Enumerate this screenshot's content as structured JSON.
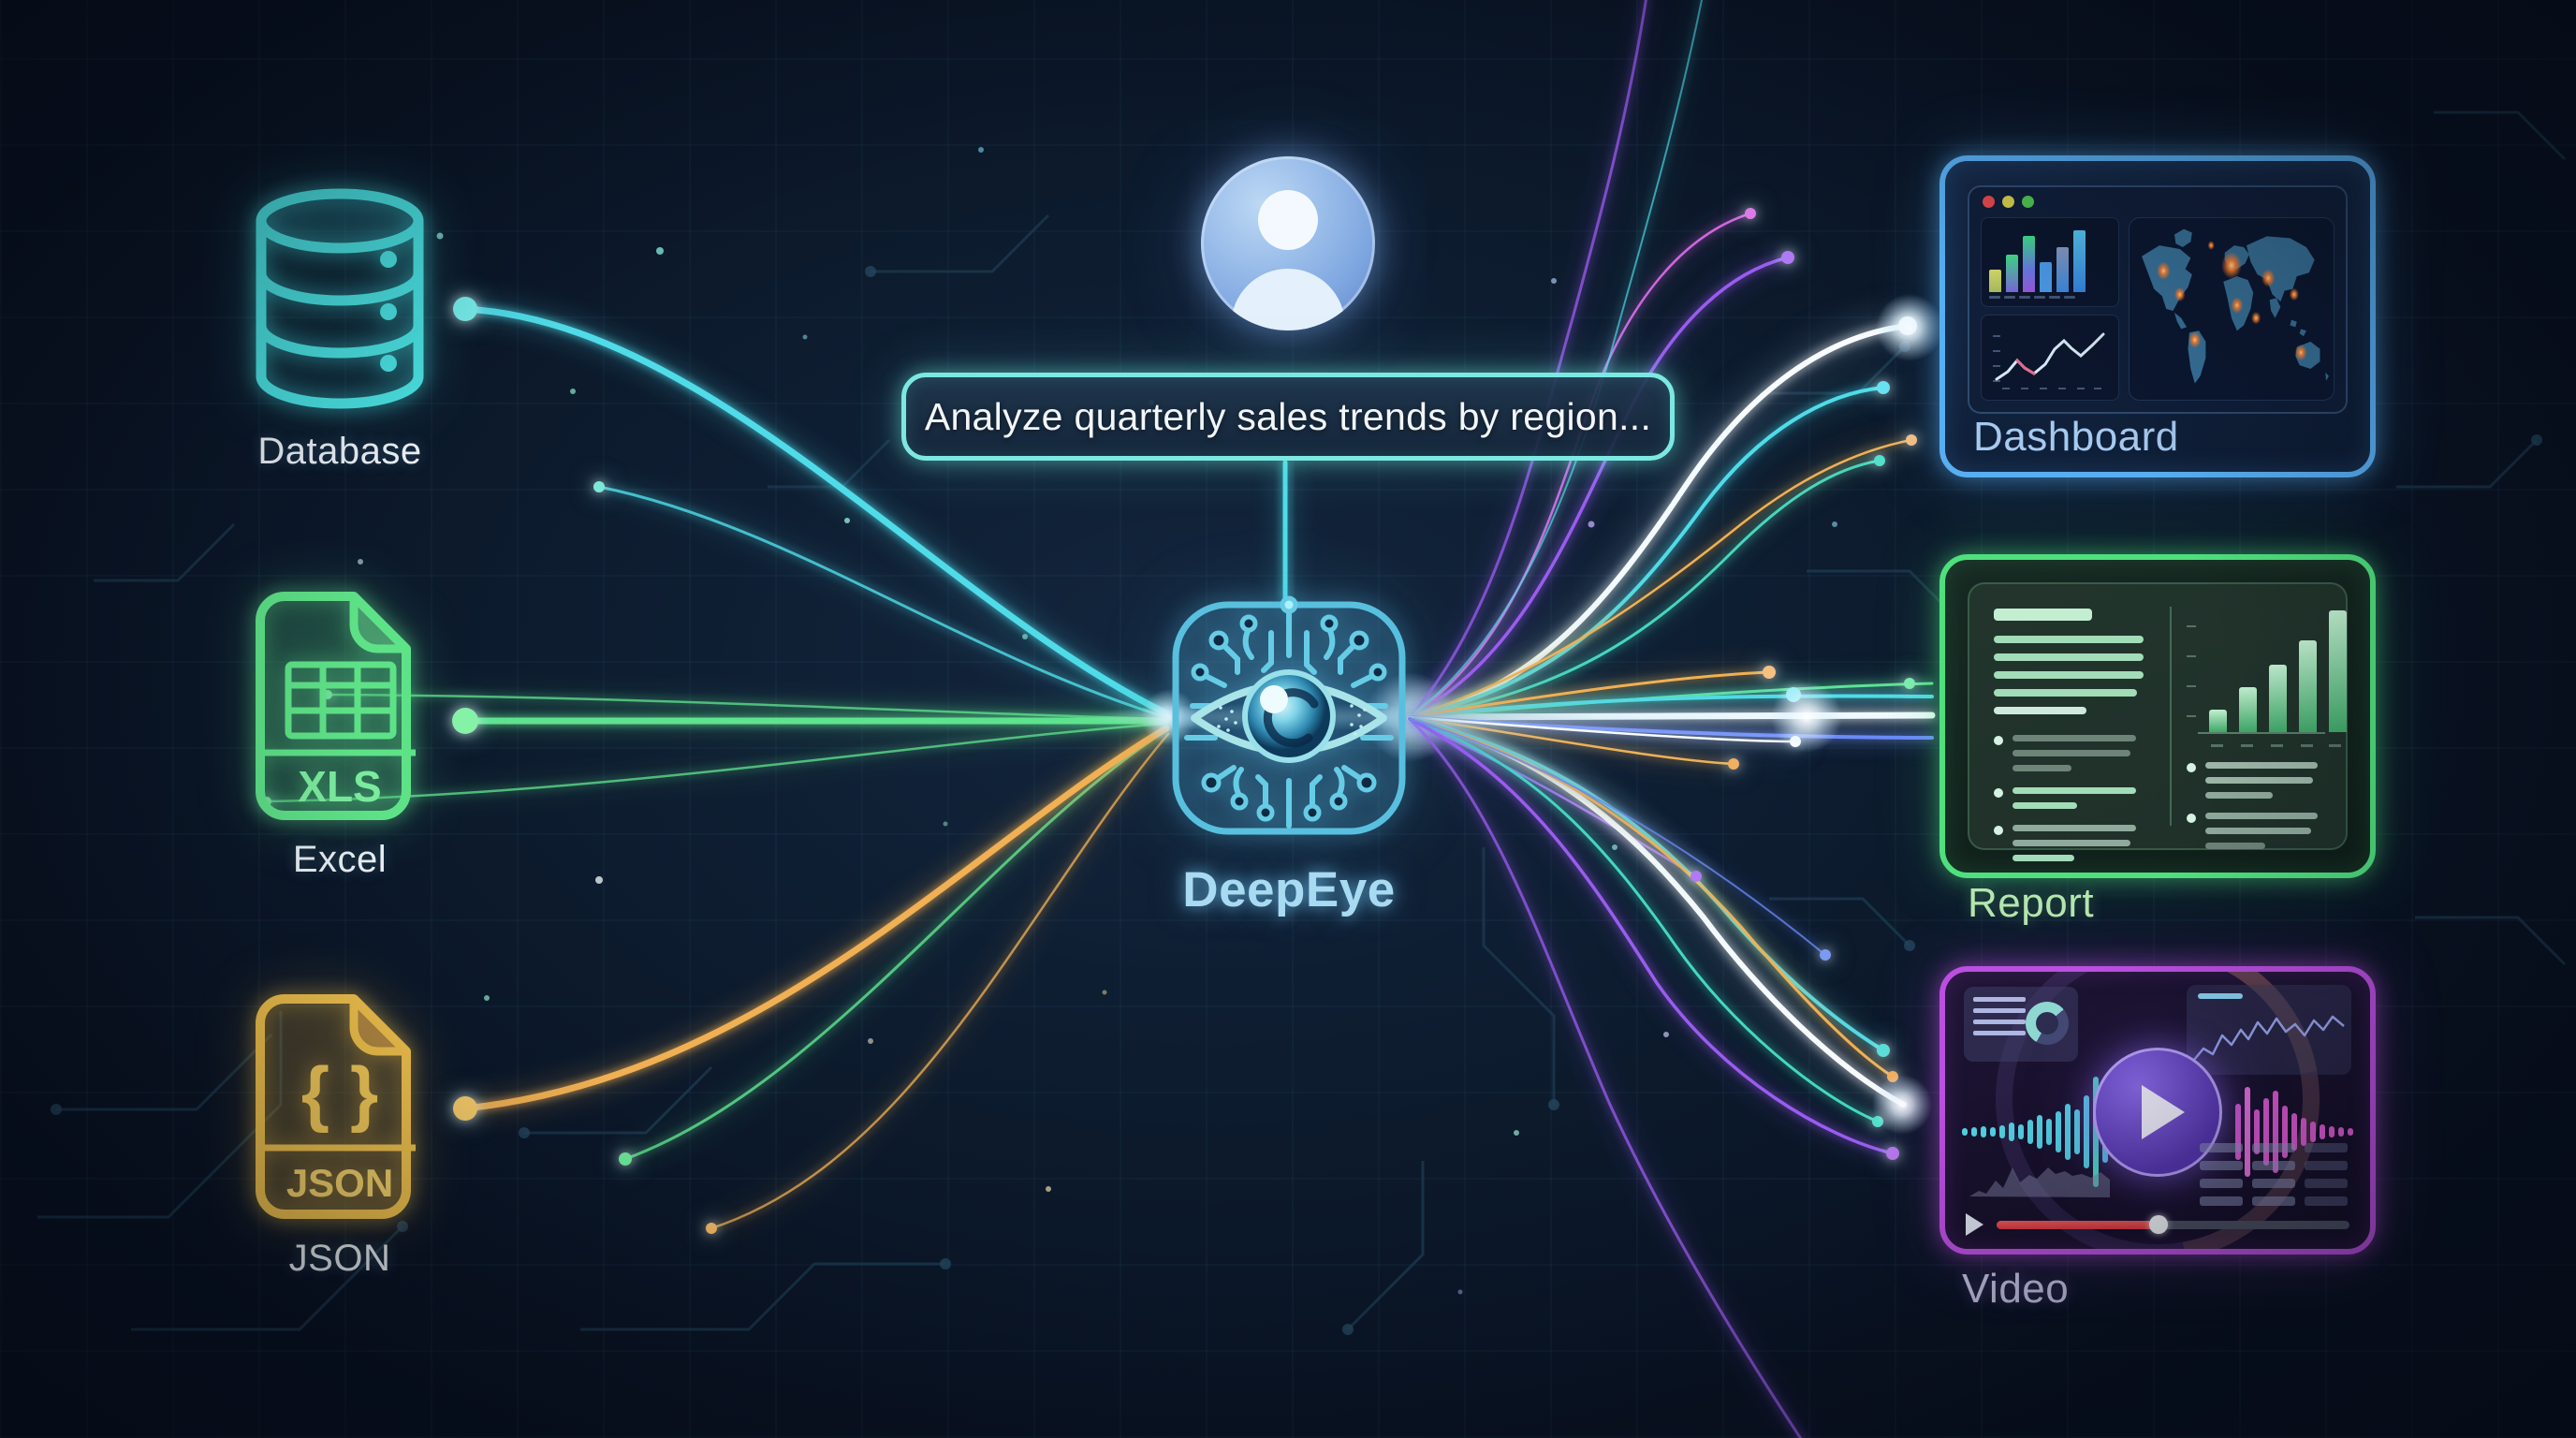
{
  "scene": {
    "background_color": "#0b1626",
    "user": {
      "icon": "user-avatar-icon",
      "color": "#8fb4e8"
    },
    "query": {
      "text": "Analyze quarterly sales trends by region...",
      "border_color": "#7ce8e2"
    },
    "engine": {
      "name": "DeepEye",
      "icon": "deepeye-circuit-eye-icon",
      "color": "#6fc8e8"
    },
    "sources": [
      {
        "id": "database",
        "label": "Database",
        "icon": "database-cylinder-icon",
        "color": "#4fdce8"
      },
      {
        "id": "excel",
        "label": "Excel",
        "badge": "XLS",
        "icon": "xls-file-icon",
        "color": "#5fe38f"
      },
      {
        "id": "json",
        "label": "JSON",
        "badge": "JSON",
        "glyph": "{ }",
        "icon": "json-file-icon",
        "color": "#f2c24c"
      }
    ],
    "outputs": [
      {
        "id": "dashboard",
        "label": "Dashboard",
        "icon": "dashboard-window-thumbnail",
        "color": "#58aef2"
      },
      {
        "id": "report",
        "label": "Report",
        "icon": "report-document-thumbnail",
        "color": "#4fe07e"
      },
      {
        "id": "video",
        "label": "Video",
        "icon": "video-player-thumbnail",
        "color": "#bb4fe0"
      }
    ]
  }
}
